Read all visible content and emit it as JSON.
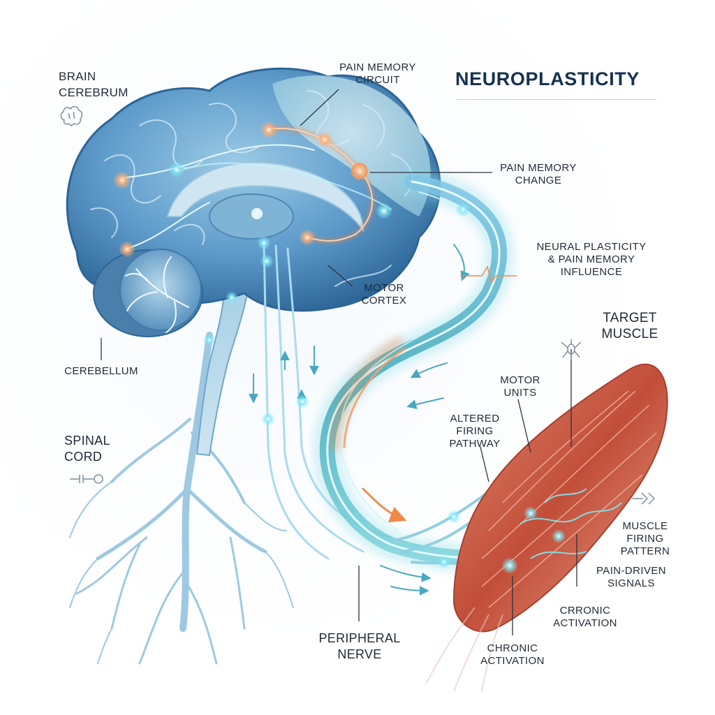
{
  "title": "NEUROPLASTICITY",
  "labels": {
    "brain": "BRAIN\nCEREBRUM",
    "pain_memory_circuit": "PAIN MEMORY\nCIRCUIT",
    "pain_memory_change": "PAIN MEMORY\nCHANGE",
    "neural_plasticity": "NEURAL PLASTICITY\n& PAIN MEMORY\nINFLUENCE",
    "motor_cortex": "MOTOR\nCORTEX",
    "target_muscle": "TARGET\nMUSCLE",
    "cerebellum": "CEREBELLUM",
    "motor_units": "MOTOR\nUNITS",
    "altered_firing_pathway": "ALTERED\nFIRING\nPATHWAY",
    "spinal_cord": "SPINAL\nCORD",
    "muscle_firing_pattern": "MUSCLE\nFIRING\nPATTERN",
    "pain_driven_signals": "PAIN-DRIVEN\nSIGNALS",
    "crronic_activation": "CRRONIC\nACTIVATION",
    "peripheral_nerve": "PERIPHERAL\nNERVE",
    "chronic_activation": "CHRONIC\nACTIVATION"
  },
  "colors": {
    "brain_dark": "#2f6d9e",
    "brain_light": "#8fc1de",
    "nerve": "#7fb7da",
    "glow_cyan": "#5fe0ee",
    "pain_orange": "#f08a4b",
    "muscle": "#c9553f",
    "text": "#1f2a36"
  },
  "icons": [
    "brain-icon",
    "synapse-icon",
    "neuron-icon",
    "double-chevron-icon"
  ]
}
